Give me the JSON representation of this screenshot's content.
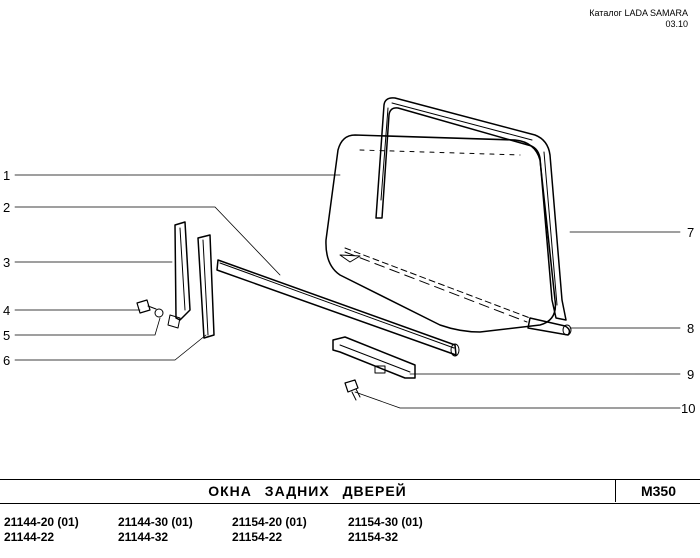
{
  "header": {
    "catalog": "Каталог  LADA SAMARA",
    "date": "03.10"
  },
  "callouts": [
    "1",
    "2",
    "3",
    "4",
    "5",
    "6",
    "7",
    "8",
    "9",
    "10"
  ],
  "title": {
    "text": "ОКНА   ЗАДНИХ   ДВЕРЕЙ",
    "code": "M350"
  },
  "models": {
    "row1": [
      "21144-20 (01)",
      "21144-30 (01)",
      "21154-20 (01)",
      "21154-30 (01)"
    ],
    "row2": [
      "21144-22",
      "21144-32",
      "21154-22",
      "21154-32"
    ]
  }
}
